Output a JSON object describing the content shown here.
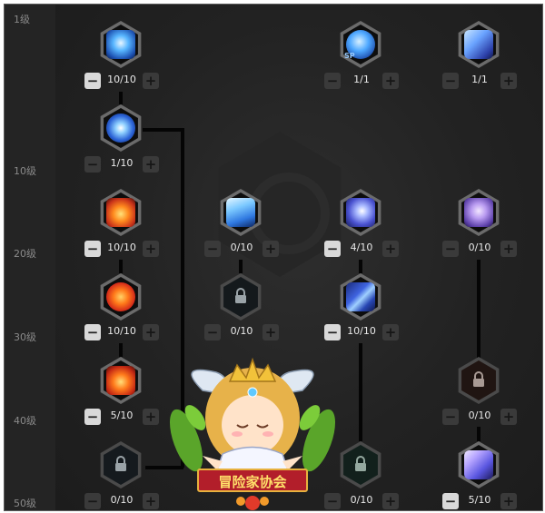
{
  "level_labels": [
    "1级",
    "10级",
    "20级",
    "30级",
    "40级",
    "50级"
  ],
  "skills": [
    {
      "id": "r1c1",
      "count": "10/10",
      "minus_on": true,
      "locked": false,
      "icon": "ice-claw-icon",
      "sp": false
    },
    {
      "id": "r1c3",
      "count": "1/1",
      "minus_on": false,
      "locked": false,
      "icon": "blue-orb-sp-icon",
      "sp": true,
      "sp_label": "SP"
    },
    {
      "id": "r1c4",
      "count": "1/1",
      "minus_on": false,
      "locked": false,
      "icon": "ice-cube-icon",
      "sp": false
    },
    {
      "id": "r2c1",
      "count": "1/10",
      "minus_on": false,
      "locked": false,
      "icon": "blue-vortex-icon",
      "sp": false
    },
    {
      "id": "r3c1",
      "count": "10/10",
      "minus_on": true,
      "locked": false,
      "icon": "fire-swirl-icon",
      "sp": false
    },
    {
      "id": "r3c2",
      "count": "0/10",
      "minus_on": false,
      "locked": false,
      "icon": "ice-shards-icon",
      "sp": false
    },
    {
      "id": "r3c3",
      "count": "4/10",
      "minus_on": true,
      "locked": false,
      "icon": "lightning-icon",
      "sp": false
    },
    {
      "id": "r3c4",
      "count": "0/10",
      "minus_on": false,
      "locked": false,
      "icon": "purple-spirit-icon",
      "sp": false
    },
    {
      "id": "r4c1",
      "count": "10/10",
      "minus_on": true,
      "locked": false,
      "icon": "fire-vortex-icon",
      "sp": false
    },
    {
      "id": "r4c2",
      "count": "0/10",
      "minus_on": false,
      "locked": true,
      "icon": "lock-icon",
      "sp": false
    },
    {
      "id": "r4c3",
      "count": "10/10",
      "minus_on": true,
      "locked": false,
      "icon": "ice-arrows-icon",
      "sp": false
    },
    {
      "id": "r5c1",
      "count": "5/10",
      "minus_on": true,
      "locked": false,
      "icon": "fire-hex-icon",
      "sp": false
    },
    {
      "id": "r5c4",
      "count": "0/10",
      "minus_on": false,
      "locked": true,
      "icon": "lock-icon",
      "sp": false
    },
    {
      "id": "r6c1",
      "count": "0/10",
      "minus_on": false,
      "locked": true,
      "icon": "lock-icon",
      "sp": false
    },
    {
      "id": "r6c3",
      "count": "0/10",
      "minus_on": false,
      "locked": true,
      "icon": "lock-icon",
      "sp": false
    },
    {
      "id": "r6c4",
      "count": "5/10",
      "minus_on": true,
      "locked": false,
      "icon": "crystal-cube-icon",
      "sp": false
    }
  ],
  "watermark": {
    "banner_text": "冒险家协会"
  },
  "colors": {
    "background": "#1b1b1b",
    "counter_text": "#e8e8e8",
    "level_text": "#8a8a8a",
    "banner": "#b21e2a"
  }
}
